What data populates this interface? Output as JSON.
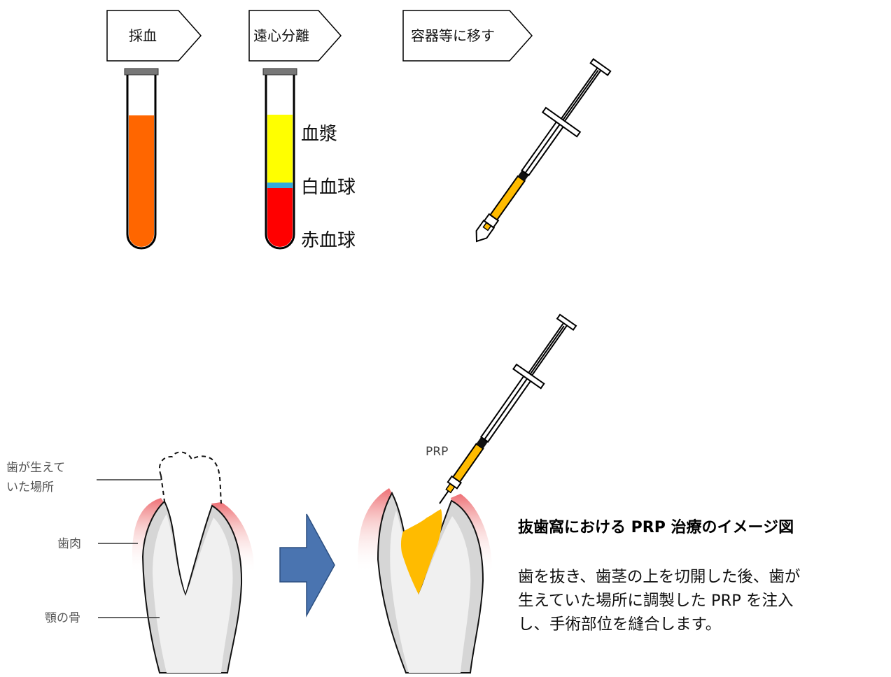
{
  "steps": [
    "採血",
    "遠心分離",
    "容器等に移す"
  ],
  "tube_layers": [
    "血漿",
    "白血球",
    "赤血球"
  ],
  "anatomy": {
    "tooth_site_line1": "歯が生えて",
    "tooth_site_line2": "いた場所",
    "gum": "歯肉",
    "jaw_bone": "顎の骨"
  },
  "prp_label": "PRP",
  "caption": {
    "title": "抜歯窩における PRP 治療のイメージ図",
    "body_lines": [
      "歯を抜き、歯茎の上を切開した後、歯が",
      "生えていた場所に調製した PRP を注入",
      "し、手術部位を縫合します。"
    ]
  },
  "colors": {
    "whole_blood": "#ff6600",
    "plasma": "#ffff00",
    "buffy_coat": "#33aadd",
    "red_cells": "#ff0000",
    "prp": "#ffbb00",
    "gum": "#f08a8a",
    "bone": "#d4d4d4",
    "arrow": "#4a74b0"
  }
}
